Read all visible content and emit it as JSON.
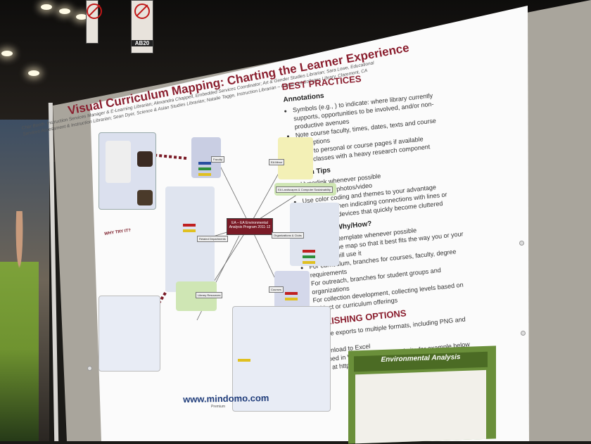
{
  "scene": {
    "signs": [
      "AB20"
    ]
  },
  "poster": {
    "title": "Visual Curriculum Mapping: Charting the Learner Experience",
    "authors": "Char Booth, Instruction Services Manager & E-Learning Librarian; Alexandra Chappell, Embedded Services Coordinator; Art & Gender Studies Librarian; Sara Lowe, Educational Services Assessment & Instruction Librarian; Sean Dyer, Science & Asian Studies Librarian; Natalie Tagge, Instruction Librarian – Claremont Colleges Library, Claremont, CA",
    "best_practices": {
      "heading": "BEST PRACTICES",
      "annotations_heading": "Annotations",
      "annotations": [
        "Symbols (e.g., ) to indicate: where library currently supports, opportunities to be involved, and/or non-productive avenues",
        "Note course faculty, times, dates, texts and course descriptions",
        "Links to personal or course pages if available",
        "Note classes with a heavy research component"
      ],
      "design_heading": "Design Tips",
      "design": [
        "Hyperlink whenever possible",
        "Add images/photos/video",
        "Use color coding and themes to your advantage",
        "Be careful when indicating connections with lines or other visual devices that quickly become cluttered"
      ],
      "structure_heading": "Structure – Why/How?",
      "structure": [
        "Have a set template whenever possible",
        "Structure the map so that it best fits the way you or your audience will use it",
        "For curriculum, branches for courses, faculty, degree requirements",
        "For outreach, branches for student groups and organizations",
        "For collection development, collecting levels based on subject or curriculum offerings"
      ]
    },
    "publishing": {
      "heading": "PUBLISHING OPTIONS",
      "items": [
        "Image exports to multiple formats, including PNG and PDF",
        "Download to Excel",
        "Embed in Website (see EA website for example below and at http://ea.pomona.edu/)"
      ]
    },
    "map": {
      "hub": "EA – EA Environmental Analysis Program 2011-12",
      "nodes": [
        "EA Minor",
        "EA Landscapes & Computer Sustainability",
        "Organizations & Clubs",
        "Courses",
        "Library Resources",
        "Faculty",
        "Related Departments"
      ],
      "why_heading": "WHY TRY IT?"
    },
    "footer_url": "www.mindomo.com",
    "footer_badge": "Premium",
    "thumbnail_banner": "Environmental Analysis"
  }
}
